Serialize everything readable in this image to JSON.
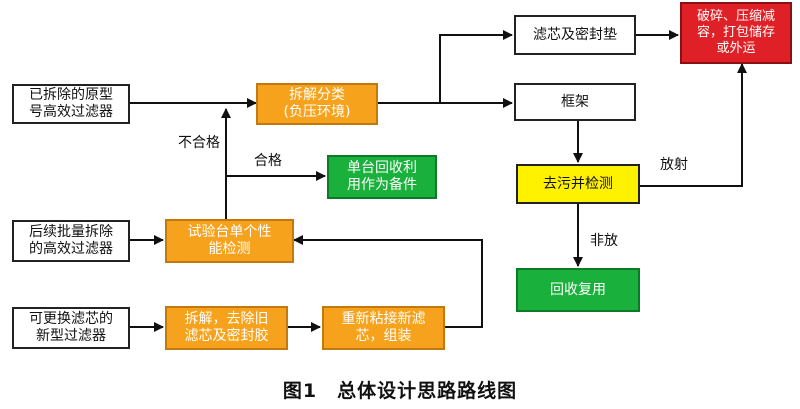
{
  "nodes": {
    "removed_original": "已拆除的原型\n号高效过滤器",
    "batch_removed": "后续批量拆除\n的高效过滤器",
    "replaceable_new": "可更换滤芯的\n新型过滤器",
    "disassemble_classify": "拆解分类\n(负压环境)",
    "bench_test": "试验台单个性\n能检测",
    "disassemble_remove": "拆解，去除旧\n滤芯及密封胶",
    "reglue_assemble": "重新粘接新滤\n芯，组装",
    "single_recycle": "单台回收利\n用作为备件",
    "filter_gasket": "滤芯及密封垫",
    "frame": "框架",
    "decon_inspect": "去污并检测",
    "crush_compress": "破碎、压缩减\n容，打包储存\n或外运",
    "recycle_reuse": "回收复用"
  },
  "edge_labels": {
    "unqualified": "不合格",
    "qualified": "合格",
    "radioactive": "放射",
    "non_radioactive": "非放"
  },
  "caption": "图1　总体设计思路路线图",
  "colors": {
    "orange": "#f7a21c",
    "green": "#19b03b",
    "yellow": "#fff200",
    "red": "#e02027",
    "white": "#ffffff"
  }
}
